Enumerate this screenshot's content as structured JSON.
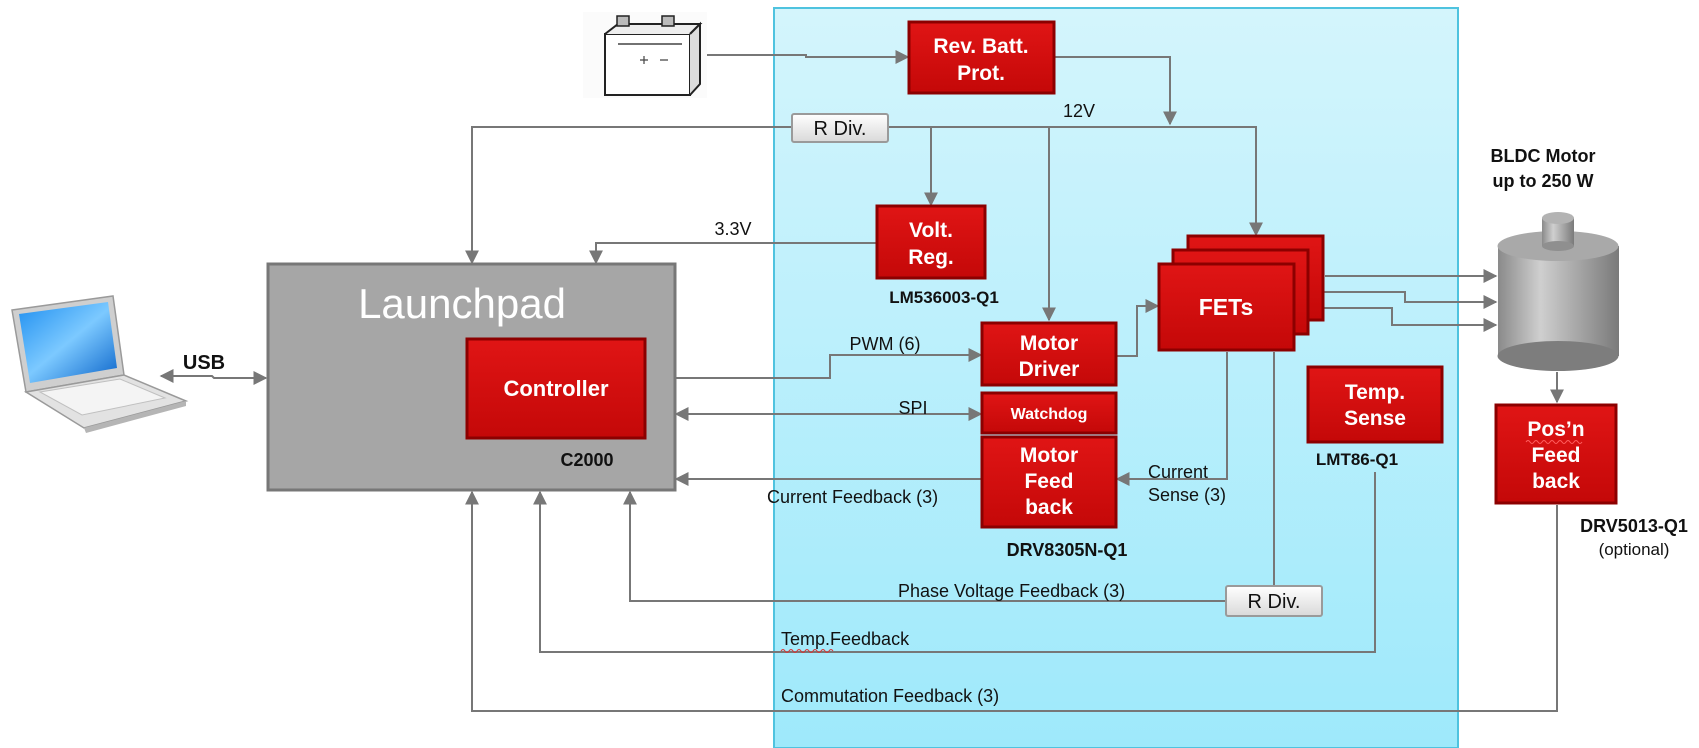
{
  "colors": {
    "block_red": "#d90f0f",
    "block_red_dark": "#8c0000",
    "launchpad_gray": "#a6a6a6",
    "panel_top": "#d2f4fb",
    "panel_bottom": "#9fe9fb",
    "line_gray": "#777777"
  },
  "icons": {
    "battery": "car-battery-icon",
    "laptop": "laptop-icon",
    "motor": "bldc-motor-icon"
  },
  "blocks": {
    "rev_batt_line1": "Rev. Batt.",
    "rev_batt_line2": "Prot.",
    "volt_reg_line1": "Volt.",
    "volt_reg_line2": "Reg.",
    "motor_driver_line1": "Motor",
    "motor_driver_line2": "Driver",
    "watchdog": "Watchdog",
    "motor_feedback_line1": "Motor",
    "motor_feedback_line2": "Feed",
    "motor_feedback_line3": "back",
    "fets": "FETs",
    "temp_sense_line1": "Temp.",
    "temp_sense_line2": "Sense",
    "posn_line1": "Pos’n",
    "posn_line2": "Feed",
    "posn_line3": "back",
    "launchpad": "Launchpad",
    "controller": "Controller",
    "r_div_top": "R Div.",
    "r_div_bottom": "R Div."
  },
  "part_numbers": {
    "volt_reg": "LM536003-Q1",
    "controller": "C2000",
    "driver": "DRV8305N-Q1",
    "temp_sense": "LMT86-Q1",
    "posn": "DRV5013-Q1",
    "posn_note": "(optional)"
  },
  "motor": {
    "title_line1": "BLDC Motor",
    "title_line2": "up to 250 W"
  },
  "signals": {
    "v12": "12V",
    "v33": "3.3V",
    "usb": "USB",
    "pwm": "PWM (6)",
    "spi": "SPI",
    "current_feedback": "Current  Feedback (3)",
    "current_sense_line1": "Current",
    "current_sense_line2": "Sense (3)",
    "phase_voltage": "Phase  Voltage  Feedback (3)",
    "temp_feedback": "Temp.Feedback",
    "commutation": "Commutation  Feedback (3)"
  }
}
